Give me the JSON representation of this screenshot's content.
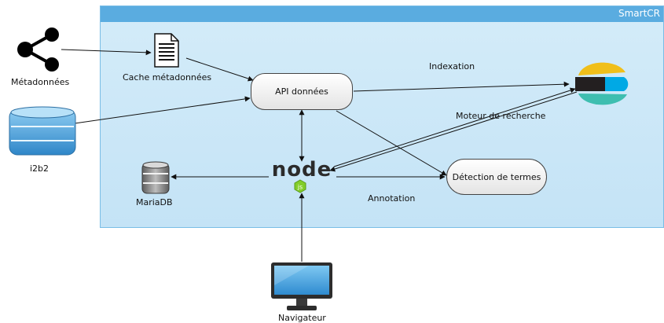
{
  "panel": {
    "title": "SmartCR"
  },
  "nodes": {
    "metadata": "Métadonnées",
    "i2b2": "i2b2",
    "cache": "Cache métadonnées",
    "api": "API données",
    "mariadb": "MariaDB",
    "detection": "Détection de termes",
    "browser": "Navigateur",
    "node_logo": "node"
  },
  "edges": {
    "indexation": "Indexation",
    "search_engine": "Moteur de recherche",
    "annotation": "Annotation"
  },
  "icons": {
    "metadata": "share-network-icon",
    "i2b2": "database-icon",
    "cache": "document-icon",
    "elasticsearch": "elasticsearch-logo-icon",
    "mariadb": "database-server-icon",
    "nodejs": "nodejs-logo-icon",
    "browser": "monitor-icon"
  },
  "colors": {
    "panel_header": "#5aace0",
    "panel_fill": "#c4e3f6",
    "db_blue": "#3a97d6",
    "elastic_yellow": "#f0bf1a",
    "elastic_teal": "#3ebeb0",
    "elastic_blue": "#00a9e5",
    "node_green": "#83cd29"
  }
}
